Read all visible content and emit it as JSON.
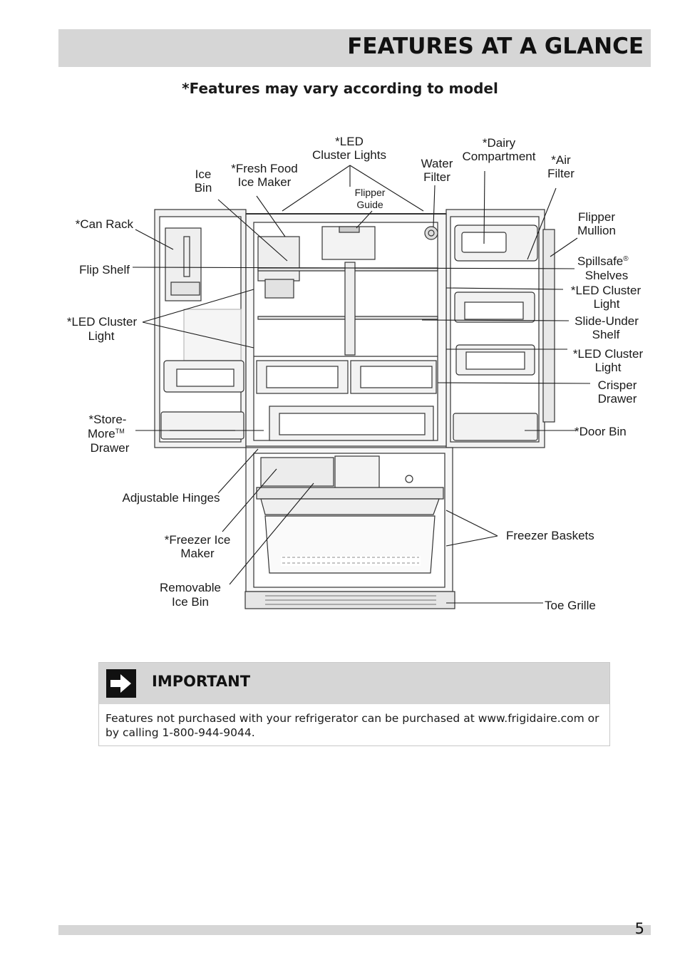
{
  "header": {
    "title": "FEATURES AT A GLANCE"
  },
  "subtitle": "*Features may vary according to model",
  "labels": {
    "led_cluster_lights": [
      "*LED",
      "Cluster Lights"
    ],
    "dairy_compartment": [
      "*Dairy",
      "Compartment"
    ],
    "water_filter": [
      "Water",
      "Filter"
    ],
    "air_filter": [
      "*Air",
      "Filter"
    ],
    "ice_bin": [
      "Ice",
      "Bin"
    ],
    "fresh_food_ice_maker": [
      "*Fresh Food",
      "Ice Maker"
    ],
    "flipper_guide": [
      "Flipper",
      "Guide"
    ],
    "flipper_mullion": [
      "Flipper",
      "Mullion"
    ],
    "can_rack": "*Can Rack",
    "flip_shelf": "Flip Shelf",
    "spillsafe_shelves": [
      "Spillsafe",
      "®",
      "Shelves"
    ],
    "led_cluster_light_right_1": [
      "*LED Cluster",
      "Light"
    ],
    "led_cluster_light_left": [
      "*LED Cluster",
      "Light"
    ],
    "slide_under_shelf": [
      "Slide-Under",
      "Shelf"
    ],
    "led_cluster_light_right_2": [
      "*LED Cluster",
      "Light"
    ],
    "crisper_drawer": [
      "Crisper",
      "Drawer"
    ],
    "store_more_drawer": [
      "*Store-",
      "More",
      "TM",
      "Drawer"
    ],
    "door_bin": "*Door Bin",
    "adjustable_hinges": "Adjustable Hinges",
    "freezer_baskets": "Freezer Baskets",
    "freezer_ice_maker": [
      "*Freezer Ice",
      "Maker"
    ],
    "removable_ice_bin": [
      "Removable",
      "Ice Bin"
    ],
    "toe_grille": "Toe Grille"
  },
  "important": {
    "title": "IMPORTANT",
    "text": "Features not purchased with your refrigerator can be purchased at www.frigidaire.com or by calling 1-800-944-9044."
  },
  "page_number": "5"
}
